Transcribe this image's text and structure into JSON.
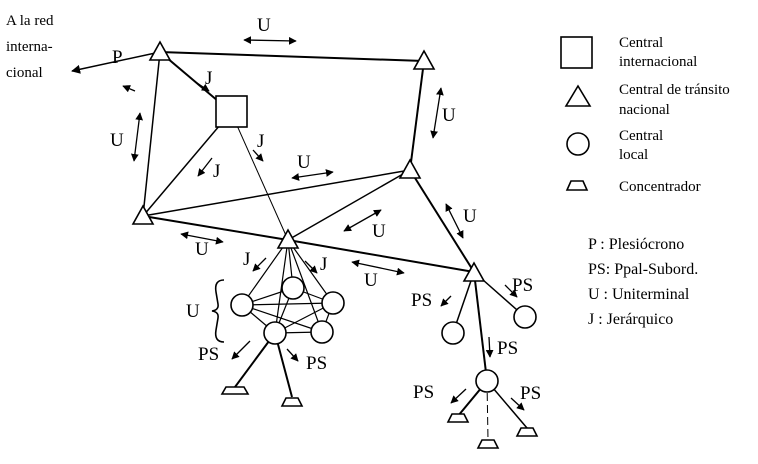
{
  "external_label": [
    "A la red",
    "interna-",
    "cional"
  ],
  "link_labels": {
    "u_top": "U",
    "u_left": "U",
    "u_right": "U",
    "u_mid": "U",
    "u_center": "U",
    "u_bottom_left": "U",
    "u_bottom_mid": "U",
    "u_lower_right": "U",
    "u_cluster": "U",
    "p_top": "P",
    "j_1": "J",
    "j_2": "J",
    "j_3": "J",
    "j_4": "J",
    "j_5": "J",
    "ps_1": "PS",
    "ps_2": "PS",
    "ps_3": "PS",
    "ps_4": "PS",
    "ps_5": "PS",
    "ps_6": "PS"
  },
  "legend": {
    "international": [
      "Central",
      "internacional"
    ],
    "transit": [
      "Central de tránsito",
      "nacional"
    ],
    "local": [
      "Central",
      "local"
    ],
    "concentrator": "Concentrador"
  },
  "key": {
    "p": "P : Plesiócrono",
    "ps": "PS: Ppal-Subord.",
    "u": "U : Uniterminal",
    "j": "J : Jerárquico"
  }
}
